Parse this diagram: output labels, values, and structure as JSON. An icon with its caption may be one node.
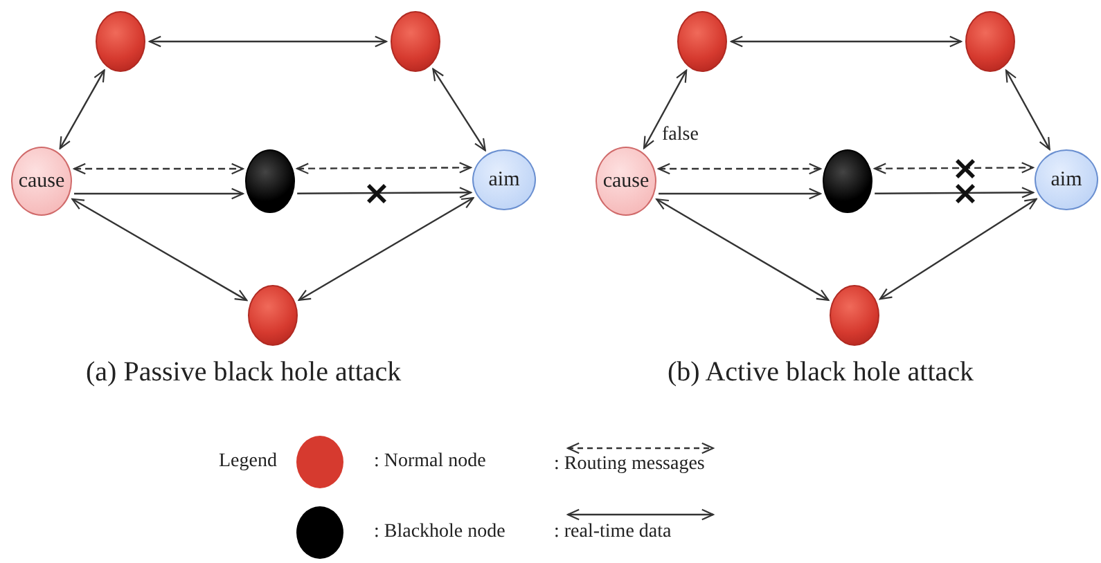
{
  "diagram": {
    "nodes": [
      {
        "text": [],
        "shape": "circle"
      },
      {
        "text": [],
        "shape": "circle"
      },
      {
        "text": [
          "cause"
        ]
      },
      {
        "text": [],
        "shape": "circle"
      },
      {
        "text": [
          "aim"
        ]
      },
      {
        "text": [],
        "shape": "circle"
      },
      {
        "text": [],
        "shape": "circle"
      },
      {
        "text": [],
        "shape": "circle"
      },
      {
        "text": [
          "cause"
        ]
      },
      {
        "text": [],
        "shape": "circle"
      },
      {
        "text": [
          "aim"
        ]
      },
      {
        "text": [],
        "shape": "circle"
      }
    ],
    "edges": [
      {
        "from": 0,
        "to": 1,
        "arrow": "both"
      },
      {
        "from": 0,
        "to": 2,
        "arrow": "both"
      },
      {
        "from": 1,
        "to": 4,
        "arrow": "both"
      },
      {
        "from": 2,
        "to": 3,
        "arrow": "both",
        "style": "dashed"
      },
      {
        "from": 3,
        "to": 4,
        "arrow": "both",
        "style": "dashed"
      },
      {
        "from": 2,
        "to": 3,
        "arrow": "to"
      },
      {
        "from": 3,
        "to": 4,
        "arrow": "to"
      },
      {
        "from": 2,
        "to": 5,
        "arrow": "both"
      },
      {
        "from": 5,
        "to": 4,
        "arrow": "both"
      },
      {
        "from": 6,
        "to": 7,
        "arrow": "both"
      },
      {
        "from": 6,
        "to": 8,
        "arrow": "both"
      },
      {
        "from": 7,
        "to": 10,
        "arrow": "both"
      },
      {
        "from": 8,
        "to": 9,
        "arrow": "both",
        "style": "dashed"
      },
      {
        "from": 9,
        "to": 10,
        "arrow": "both",
        "style": "dashed"
      },
      {
        "from": 8,
        "to": 9,
        "arrow": "to"
      },
      {
        "from": 9,
        "to": 10,
        "arrow": "to"
      },
      {
        "from": 8,
        "to": 11,
        "arrow": "both"
      },
      {
        "from": 11,
        "to": 10,
        "arrow": "both"
      }
    ],
    "labels": [
      "false",
      "(a) Passive black hole attack",
      "(b) Active black hole attack",
      "Legend"
    ],
    "legend": [
      {
        "text": ": Normal node",
        "color": "#d63a2f"
      },
      {
        "text": ": Blackhole node",
        "color": "#000000"
      },
      {
        "text": ": Routing messages"
      },
      {
        "text": ": real-time data"
      }
    ]
  }
}
